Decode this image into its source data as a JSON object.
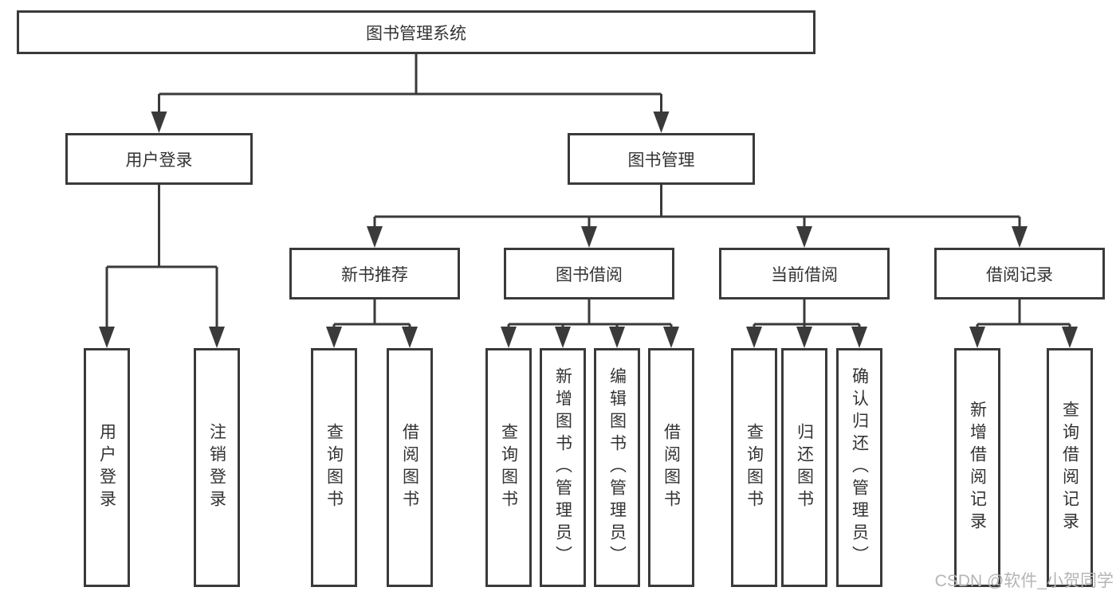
{
  "tree": {
    "root": {
      "label": "图书管理系统"
    },
    "children": [
      {
        "label": "用户登录",
        "children": [
          {
            "label": "用户登录"
          },
          {
            "label": "注销登录"
          }
        ]
      },
      {
        "label": "图书管理",
        "children": [
          {
            "label": "新书推荐",
            "children": [
              {
                "label": "查询图书"
              },
              {
                "label": "借阅图书"
              }
            ]
          },
          {
            "label": "图书借阅",
            "children": [
              {
                "label": "查询图书"
              },
              {
                "label": "新增图书（管理员）"
              },
              {
                "label": "编辑图书（管理员）"
              },
              {
                "label": "借阅图书"
              }
            ]
          },
          {
            "label": "当前借阅",
            "children": [
              {
                "label": "查询图书"
              },
              {
                "label": "归还图书"
              },
              {
                "label": "确认归还（管理员）"
              }
            ]
          },
          {
            "label": "借阅记录",
            "children": [
              {
                "label": "新增借阅记录"
              },
              {
                "label": "查询借阅记录"
              }
            ]
          }
        ]
      }
    ]
  },
  "watermark": {
    "text": "CSDN @软件_小贺同学"
  },
  "colors": {
    "line": "#3a3a3a",
    "text": "#333333",
    "watermark": "#b5b5b5",
    "background": "#ffffff"
  }
}
